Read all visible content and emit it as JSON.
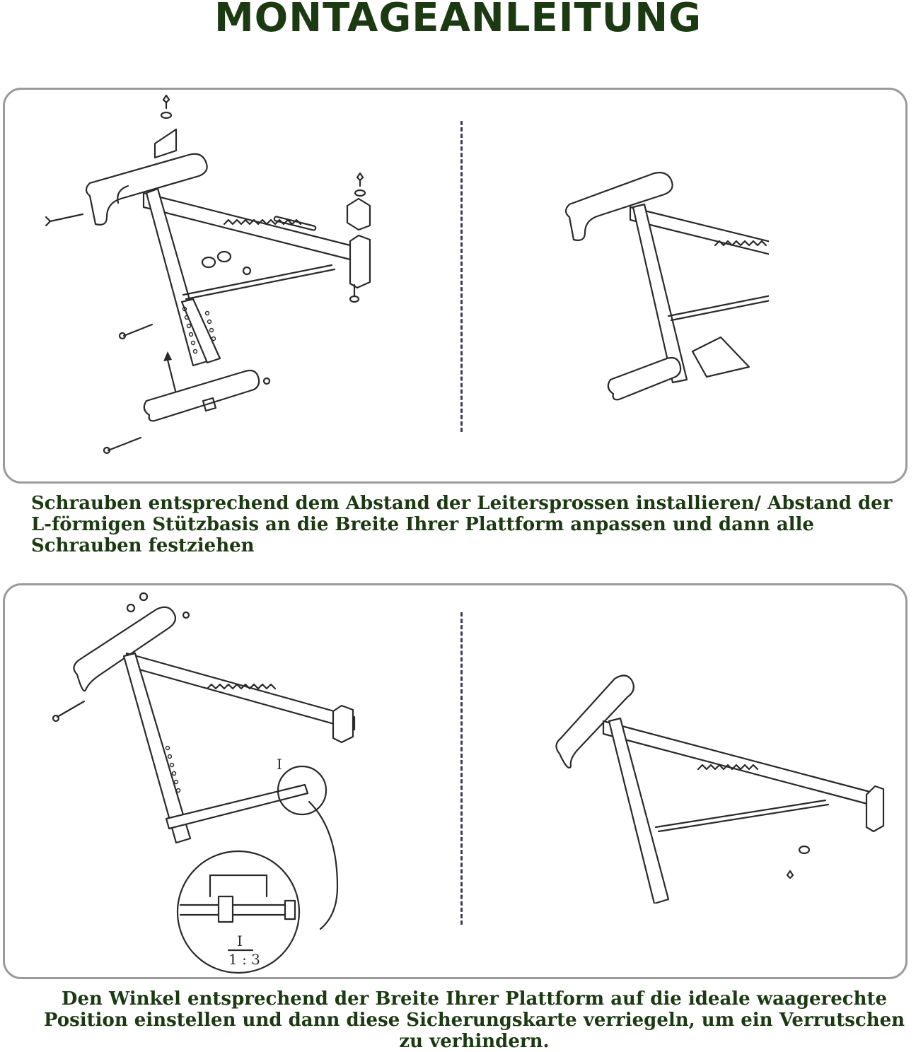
{
  "title": "MONTAGEANLEITUNG",
  "step1": {
    "caption": "Schrauben entsprechend dem Abstand der Leitersprossen installieren/ Abstand der L-förmigen Stützbasis an die Breite Ihrer Plattform anpassen und dann alle Schrauben festziehen"
  },
  "step2": {
    "caption": "Den Winkel entsprechend der Breite Ihrer Plattform auf die ideale waagerechte Position einstellen und dann diese Sicherungskarte verriegeln, um ein Verrutschen zu verhindern.",
    "detail_label": "I",
    "detail_scale_label": "I",
    "detail_scale_ratio": "1 : 3"
  },
  "icons": {
    "arrow": "up-arrow-icon",
    "bolt": "bolt-icon",
    "nut": "nut-icon",
    "washer": "washer-icon",
    "wing_nut": "wing-nut-icon"
  },
  "colors": {
    "heading": "#1b3a12",
    "panel_border": "#9a9a9a",
    "divider": "#3d3a5a",
    "line_art": "#2a2a2a"
  }
}
